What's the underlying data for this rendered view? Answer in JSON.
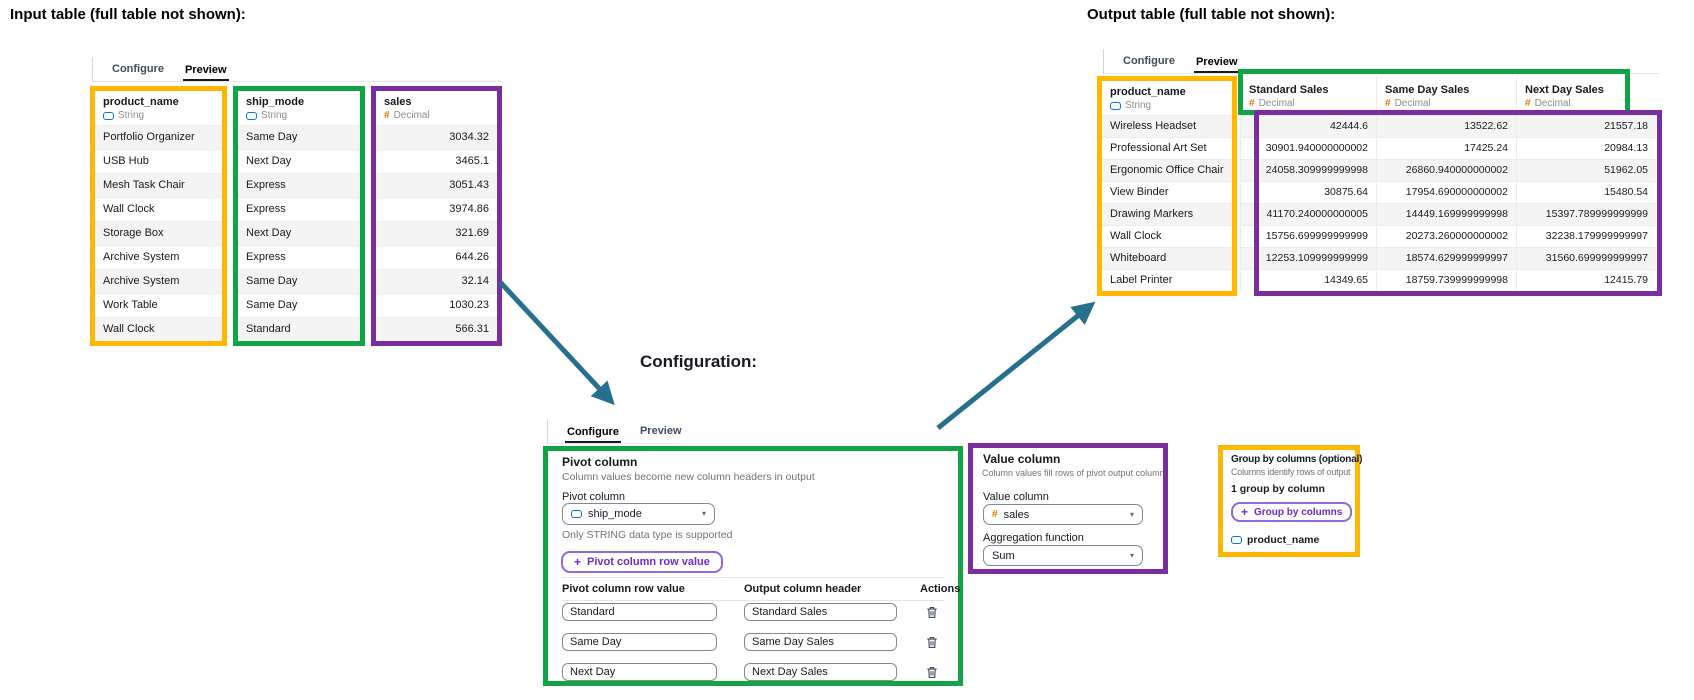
{
  "labels": {
    "input_title": "Input table (full table not shown):",
    "output_title": "Output table (full table not shown):",
    "config_title": "Configuration:"
  },
  "tabs": {
    "configure": "Configure",
    "preview": "Preview"
  },
  "icons": {
    "string": "blue-rounded-rect",
    "decimal": "#",
    "caret": "▾",
    "plus": "+",
    "trash": "trash-can"
  },
  "colors": {
    "highlight_yellow": "#FFB700",
    "highlight_green": "#12A347",
    "highlight_purple": "#7A2E9D",
    "arrow_teal": "#26708E",
    "button_purple": "#6F2CC4",
    "type_string_blue": "#0972D3",
    "type_decimal_orange": "#E07800"
  },
  "input_table": {
    "columns": [
      {
        "name": "product_name",
        "type": "String"
      },
      {
        "name": "ship_mode",
        "type": "String"
      },
      {
        "name": "sales",
        "type": "Decimal"
      }
    ],
    "rows": [
      [
        "Portfolio Organizer",
        "Same Day",
        "3034.32"
      ],
      [
        "USB Hub",
        "Next Day",
        "3465.1"
      ],
      [
        "Mesh Task Chair",
        "Express",
        "3051.43"
      ],
      [
        "Wall Clock",
        "Express",
        "3974.86"
      ],
      [
        "Storage Box",
        "Next Day",
        "321.69"
      ],
      [
        "Archive System",
        "Express",
        "644.26"
      ],
      [
        "Archive System",
        "Same Day",
        "32.14"
      ],
      [
        "Work Table",
        "Same Day",
        "1030.23"
      ],
      [
        "Wall Clock",
        "Standard",
        "566.31"
      ]
    ]
  },
  "output_table": {
    "group_column": {
      "name": "product_name",
      "type": "String"
    },
    "pivot_columns": [
      {
        "name": "Standard Sales",
        "type": "Decimal"
      },
      {
        "name": "Same Day Sales",
        "type": "Decimal"
      },
      {
        "name": "Next Day Sales",
        "type": "Decimal"
      }
    ],
    "rows": [
      {
        "product": "Wireless Headset",
        "values": [
          "42444.6",
          "13522.62",
          "21557.18"
        ]
      },
      {
        "product": "Professional Art Set",
        "values": [
          "30901.940000000002",
          "17425.24",
          "20984.13"
        ]
      },
      {
        "product": "Ergonomic Office Chair",
        "values": [
          "24058.309999999998",
          "26860.940000000002",
          "51962.05"
        ]
      },
      {
        "product": "View Binder",
        "values": [
          "30875.64",
          "17954.690000000002",
          "15480.54"
        ]
      },
      {
        "product": "Drawing Markers",
        "values": [
          "41170.240000000005",
          "14449.169999999998",
          "15397.789999999999"
        ]
      },
      {
        "product": "Wall Clock",
        "values": [
          "15756.699999999999",
          "20273.260000000002",
          "32238.179999999997"
        ]
      },
      {
        "product": "Whiteboard",
        "values": [
          "12253.109999999999",
          "18574.629999999997",
          "31560.699999999997"
        ]
      },
      {
        "product": "Label Printer",
        "values": [
          "14349.65",
          "18759.739999999998",
          "12415.79"
        ]
      }
    ]
  },
  "config": {
    "pivot_section": {
      "title": "Pivot column",
      "subtitle": "Column values become new column headers in output",
      "field_label": "Pivot column",
      "field_value": "ship_mode",
      "hint": "Only STRING data type is supported",
      "add_button": "Pivot column row value",
      "table": {
        "headers": [
          "Pivot column row value",
          "Output column header",
          "Actions"
        ],
        "rows": [
          {
            "row_value": "Standard",
            "output_header": "Standard Sales"
          },
          {
            "row_value": "Same Day",
            "output_header": "Same Day Sales"
          },
          {
            "row_value": "Next Day",
            "output_header": "Next Day Sales"
          }
        ]
      }
    },
    "value_section": {
      "title": "Value column",
      "subtitle": "Column values fill rows of pivot output columns",
      "field_label": "Value column",
      "field_value": "sales",
      "agg_label": "Aggregation function",
      "agg_value": "Sum"
    },
    "groupby_section": {
      "title": "Group by columns (optional)",
      "subtitle": "Columns identify rows of output",
      "count_text": "1 group by column",
      "add_button": "Group by columns",
      "column": "product_name"
    }
  }
}
